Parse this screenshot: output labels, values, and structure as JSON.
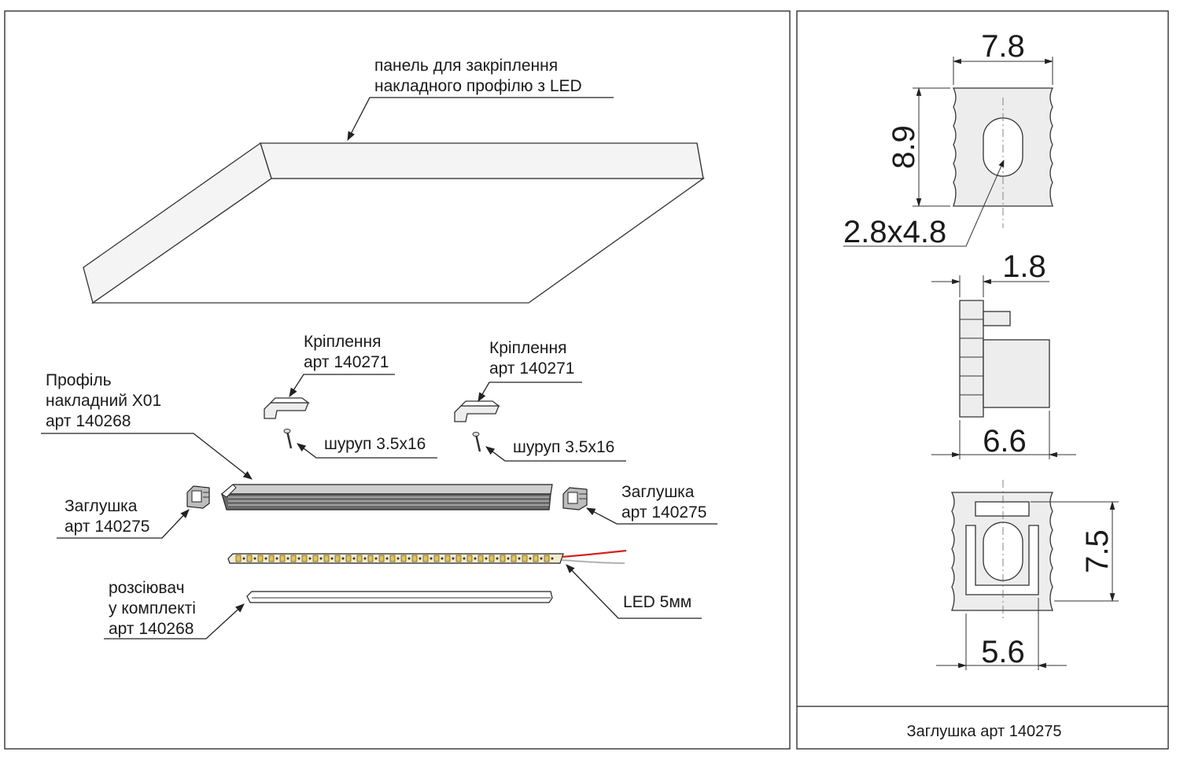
{
  "assembly": {
    "panel_label": [
      "панель для закріплення",
      "накладного профілю з LED"
    ],
    "mount_left_label": [
      "Кріплення",
      "арт 140271"
    ],
    "mount_right_label": [
      "Кріплення",
      "арт 140271"
    ],
    "screw_left_label": "шуруп 3.5x16",
    "screw_right_label": "шуруп 3.5x16",
    "profile_label": [
      "Профіль",
      "накладний Х01",
      "арт 140268"
    ],
    "cap_left_label": [
      "Заглушка",
      "арт 140275"
    ],
    "cap_right_label": [
      "Заглушка",
      "арт 140275"
    ],
    "diffuser_label": [
      "розсіювач",
      "у комплекті",
      "арт 140268"
    ],
    "led_label": "LED 5мм"
  },
  "drawing": {
    "front_width": "7.8",
    "front_height": "8.9",
    "slot_size": "2.8x4.8",
    "side_pin": "1.8",
    "side_depth": "6.6",
    "back_height": "7.5",
    "back_width": "5.6"
  },
  "caption": "Заглушка арт 140275",
  "colors": {
    "wire_red": "#d62020",
    "line": "#222222"
  }
}
